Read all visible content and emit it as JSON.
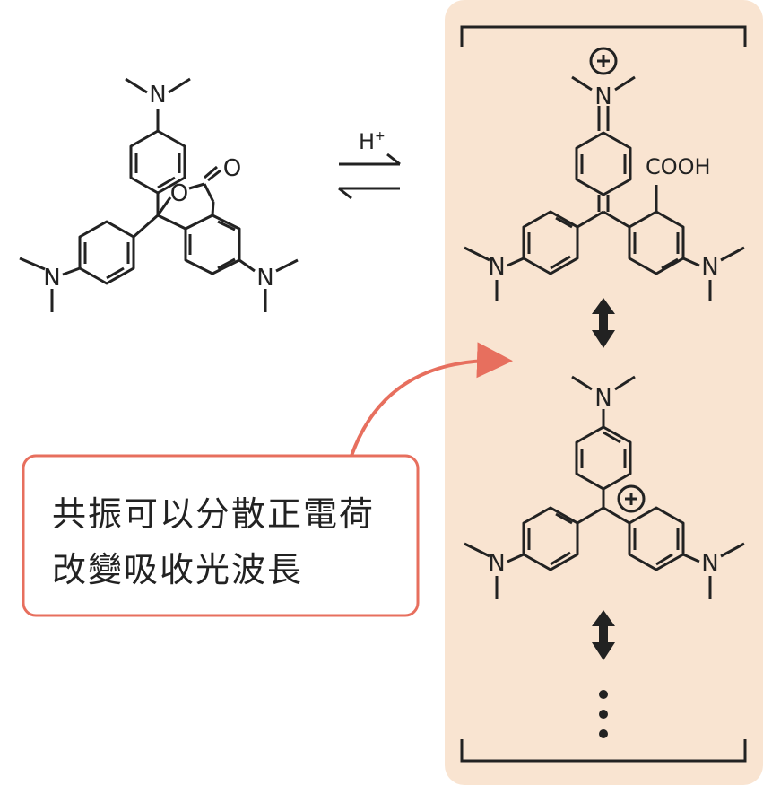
{
  "colors": {
    "panel": "#f9e4d1",
    "callout": "#e76f5e",
    "ink": "#222222",
    "background": "#ffffff"
  },
  "reaction": {
    "arrow_label": "H",
    "arrow_label_sup": "+",
    "arrow_icon": "equilibrium-arrows"
  },
  "atom_labels": {
    "nitrogen": "N",
    "oxygen": "O",
    "carboxyl": "COOH",
    "plus": "+"
  },
  "panel": {
    "resonance_arrow_icon": "double-headed-arrow",
    "continuation_icon": "vertical-ellipsis"
  },
  "callout": {
    "line1": "共振可以分散正電荷",
    "line2": "改變吸收光波長"
  }
}
